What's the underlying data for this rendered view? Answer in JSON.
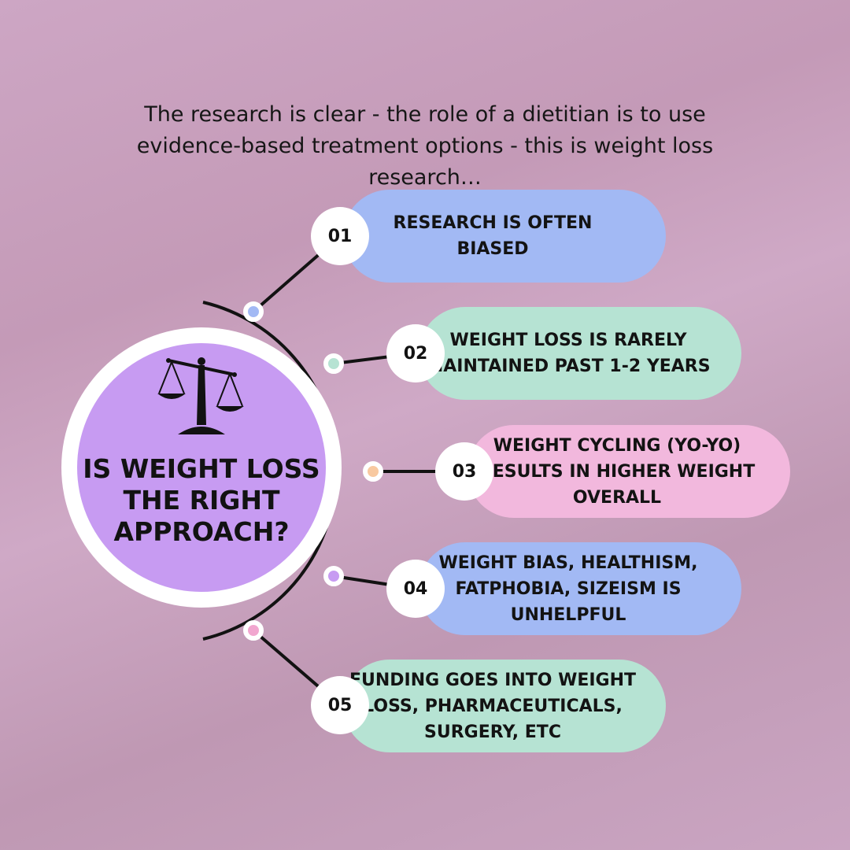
{
  "intro_text": "The research is clear - the role of a dietitian is to use evidence-based treatment options - this is weight loss research…",
  "center": {
    "title": "IS WEIGHT LOSS\nTHE RIGHT\nAPPROACH?",
    "icon": "balance-scale-icon"
  },
  "colors": {
    "blue": "#a2b9f4",
    "mint": "#b6e3d3",
    "pink": "#f2b8dd",
    "orange": "#f8c9a0",
    "purple": "#c79bf2",
    "rose": "#f1a6cf"
  },
  "items": [
    {
      "number": "01",
      "lines": [
        "RESEARCH IS OFTEN",
        "BIASED"
      ]
    },
    {
      "number": "02",
      "lines": [
        "WEIGHT LOSS IS RARELY",
        "MAINTAINED PAST 1-2 YEARS"
      ]
    },
    {
      "number": "03",
      "lines": [
        "WEIGHT CYCLING (YO-YO)",
        "RESULTS IN HIGHER WEIGHT",
        "OVERALL"
      ]
    },
    {
      "number": "04",
      "lines": [
        "WEIGHT BIAS, HEALTHISM,",
        "FATPHOBIA, SIZEISM IS",
        "UNHELPFUL"
      ]
    },
    {
      "number": "05",
      "lines": [
        "FUNDING GOES INTO WEIGHT",
        "LOSS, PHARMACEUTICALS,",
        "SURGERY, ETC"
      ]
    }
  ]
}
